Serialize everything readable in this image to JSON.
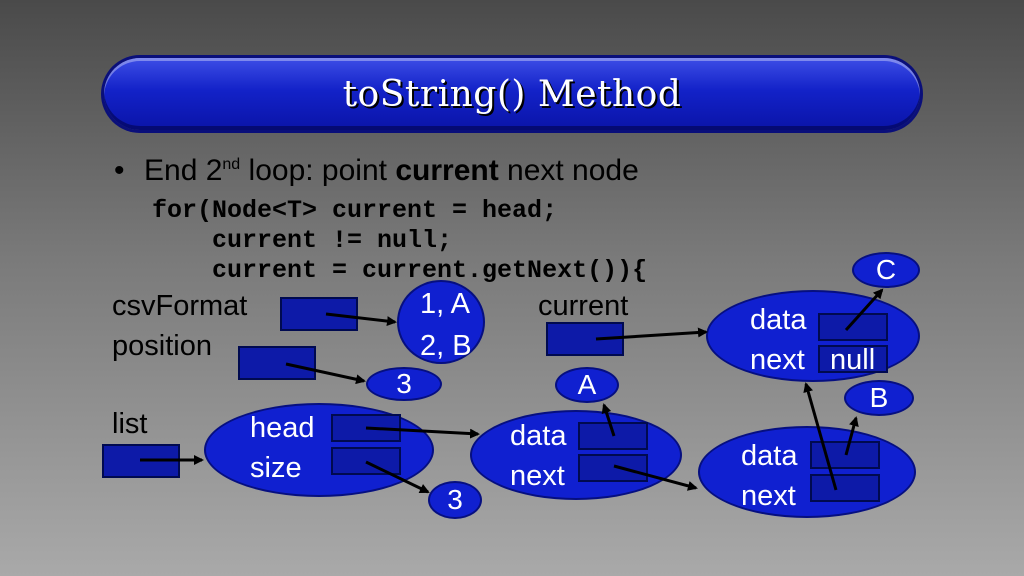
{
  "title": "toString() Method",
  "bullet": {
    "prefix": "End 2",
    "sup": "nd",
    "middle": " loop: point ",
    "bold": "current",
    "suffix": " next node"
  },
  "code": [
    "for(Node<T> current = head;",
    "    current != null;",
    "    current = current.getNext()){"
  ],
  "labels": {
    "csvFormat": "csvFormat",
    "position": "position",
    "list": "list",
    "current": "current"
  },
  "nodes": {
    "csv_value_line1": "1, A",
    "csv_value_line2": "2, B",
    "position_value": "3",
    "list_head": "head",
    "list_size": "size",
    "size_value": "3",
    "node1_data": "data",
    "node1_next": "next",
    "node1_value": "A",
    "node2_data": "data",
    "node2_next": "next",
    "node2_value": "B",
    "node3_data": "data",
    "node3_next": "next",
    "node3_null": "null",
    "node3_value": "C"
  },
  "colors": {
    "node_fill": "#1020d0",
    "pointer_fill": "#0d1aa8",
    "title_fill": "#1322c8"
  }
}
